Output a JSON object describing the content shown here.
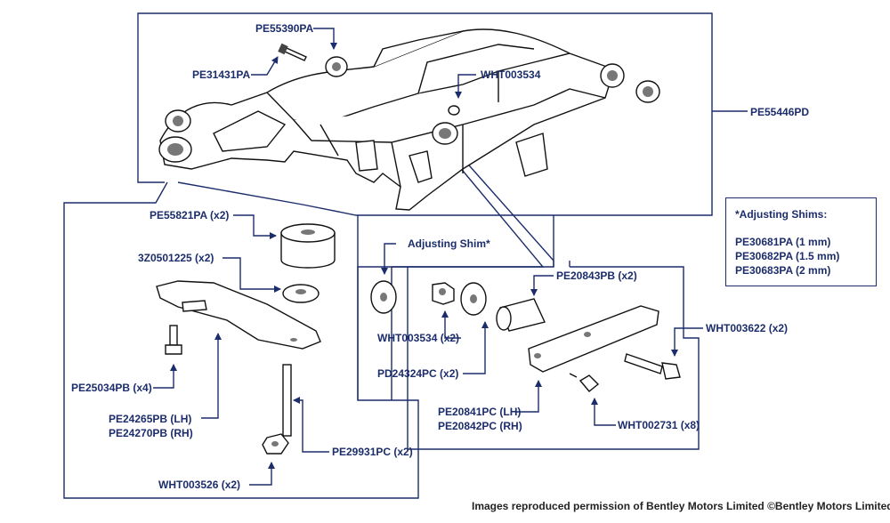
{
  "labels": {
    "pe55390pa": "PE55390PA",
    "pe31431pa": "PE31431PA",
    "wht003534_top": "WHT003534",
    "pe55446pd": "PE55446PD",
    "pe55821pa": "PE55821PA (x2)",
    "z30501225": "3Z0501225 (x2)",
    "pe25034pb": "PE25034PB (x4)",
    "pe24265pb": "PE24265PB (LH)",
    "pe24270pb": "PE24270PB (RH)",
    "wht003526": "WHT003526 (x2)",
    "pe29931pc": "PE29931PC (x2)",
    "adjusting_shim": "Adjusting Shim*",
    "wht003534_bottom": "WHT003534 (x2)",
    "pd24324pc": "PD24324PC (x2)",
    "pe20843pb": "PE20843PB (x2)",
    "wht003622": "WHT003622 (x2)",
    "pe20841pc": "PE20841PC (LH)",
    "pe20842pc": "PE20842PC (RH)",
    "wht002731": "WHT002731 (x8)"
  },
  "shims": {
    "title": "*Adjusting Shims:",
    "items": [
      "PE30681PA (1 mm)",
      "PE30682PA (1.5 mm)",
      "PE30683PA (2 mm)"
    ]
  },
  "credit": "Images reproduced permission of Bentley Motors Limited ©Bentley Motors Limited",
  "colors": {
    "label": "#1c2d6b",
    "frame": "#1c2d6b"
  }
}
